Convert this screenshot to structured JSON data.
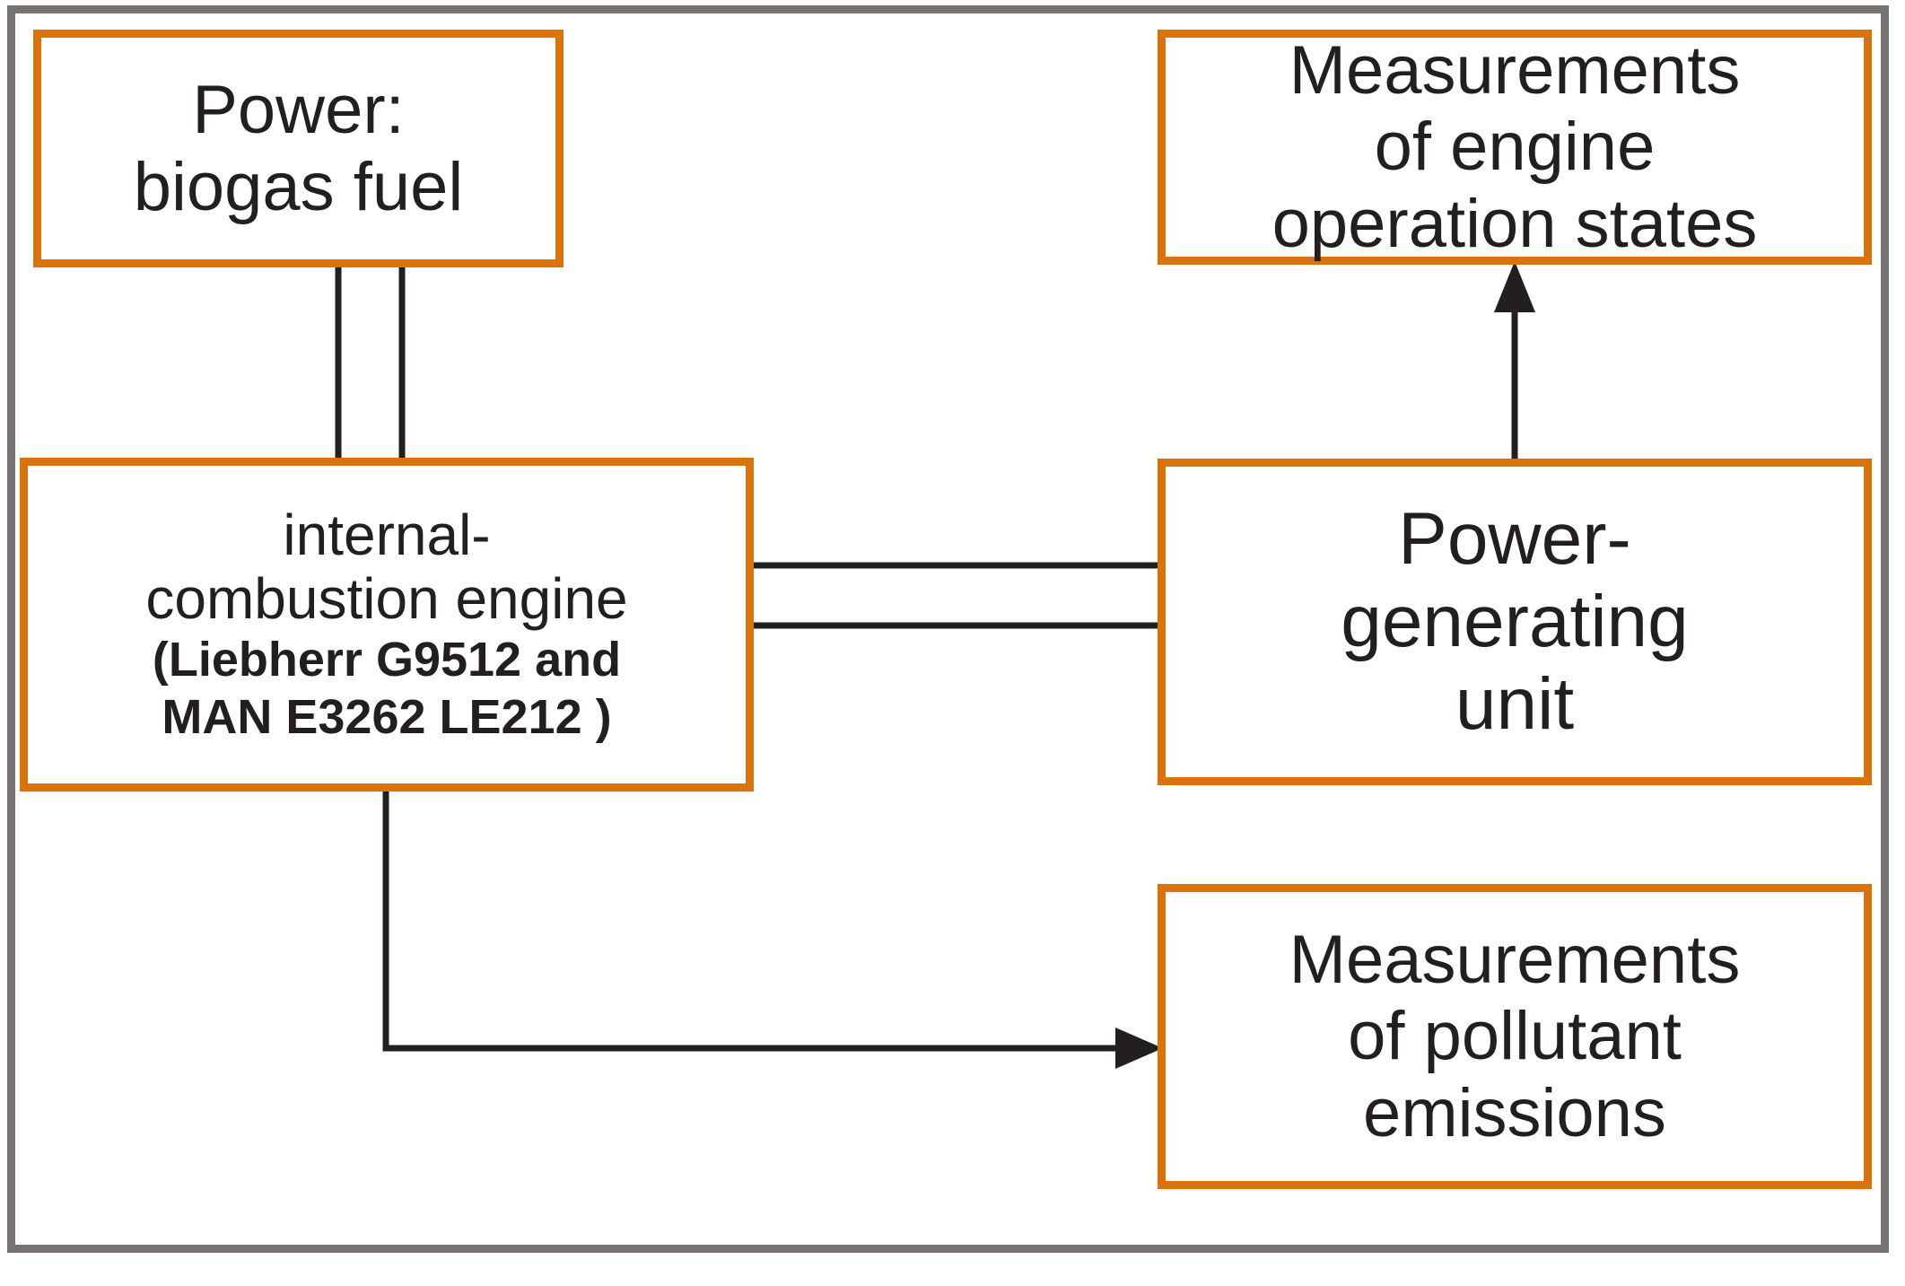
{
  "figure": {
    "type": "block-diagram",
    "frame_color": "#77716f",
    "node_border_color": "#d9730d",
    "connector_color": "#231f20",
    "background_color": "#ffffff"
  },
  "nodes": {
    "power": {
      "id": "power-biogas-fuel",
      "lines": [
        "Power:",
        "biogas fuel"
      ]
    },
    "engine": {
      "id": "internal-combustion-engine",
      "lines": [
        "internal-",
        "combustion engine"
      ],
      "model_lines": [
        "(Liebherr G9512 and",
        "MAN E3262 LE212 )"
      ]
    },
    "measurements_engine": {
      "id": "measurements-of-engine-operation-states",
      "lines": [
        "Measurements",
        "of engine",
        "operation states"
      ]
    },
    "power_generating_unit": {
      "id": "power-generating-unit",
      "lines": [
        "Power-",
        "generating",
        "unit"
      ]
    },
    "measurements_emissions": {
      "id": "measurements-of-pollutant-emissions",
      "lines": [
        "Measurements",
        "of pollutant",
        "emissions"
      ]
    }
  },
  "connectors": [
    {
      "id": "power-to-engine",
      "from": "power",
      "to": "engine",
      "style": "double-plain-vertical",
      "arrowhead": "none"
    },
    {
      "id": "engine-to-power-generating-unit",
      "from": "engine",
      "to": "power_generating_unit",
      "style": "double-plain-horizontal",
      "arrowhead": "none"
    },
    {
      "id": "power-generating-unit-to-measurements-engine",
      "from": "power_generating_unit",
      "to": "measurements_engine",
      "style": "single-vertical",
      "arrowhead": "up"
    },
    {
      "id": "engine-to-measurements-emissions",
      "from": "engine",
      "to": "measurements_emissions",
      "style": "elbow-down-right",
      "arrowhead": "right"
    }
  ]
}
